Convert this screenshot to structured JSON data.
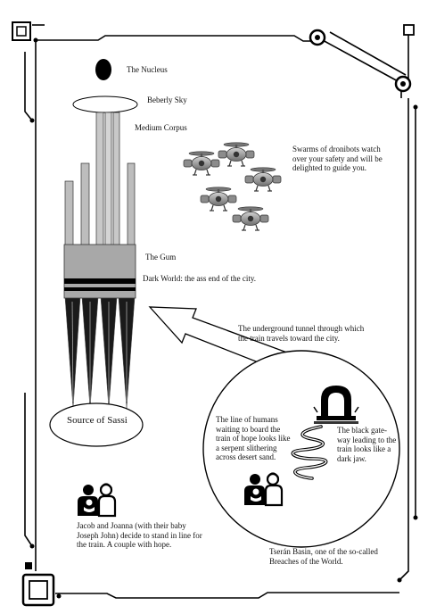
{
  "labels": {
    "nucleus": "The Nucleus",
    "beberly_sky": "Beberly Sky",
    "medium_corpus": "Medium Corpus",
    "the_gum": "The Gum",
    "dark_world": "Dark World: the ass end of the city.",
    "source": "Source of Sassi",
    "dronibots": "Swarms of dronibots watch\nover your safety and will be\ndelighted to guide you.",
    "tunnel": "The underground tunnel through which\nthe train travels toward the city.",
    "line_of_humans": "The line of humans\nwaiting to board the\ntrain of hope looks like\na serpent slithering\nacross desert sand.",
    "gateway": "The black gate-\nway leading to the\ntrain looks like a\ndark jaw.",
    "jacob_joanna": "Jacob and Joanna (with their baby\nJoseph John) decide to stand in line for\nthe train. A couple with hope.",
    "tseran": "Tserán Basin, one of the so-called\nBreaches of the World."
  },
  "icons": {
    "drone": "drone-icon",
    "family": "family-icon",
    "gateway": "gateway-arch-icon",
    "serpent": "serpent-queue-icon"
  },
  "colors": {
    "ink": "#000000",
    "tower_light": "#bdbdbd",
    "tower_mid": "#a8a8a8",
    "gum_band": "#9e9e9e",
    "drone_body": "#8a8a8a",
    "paper": "#ffffff"
  }
}
